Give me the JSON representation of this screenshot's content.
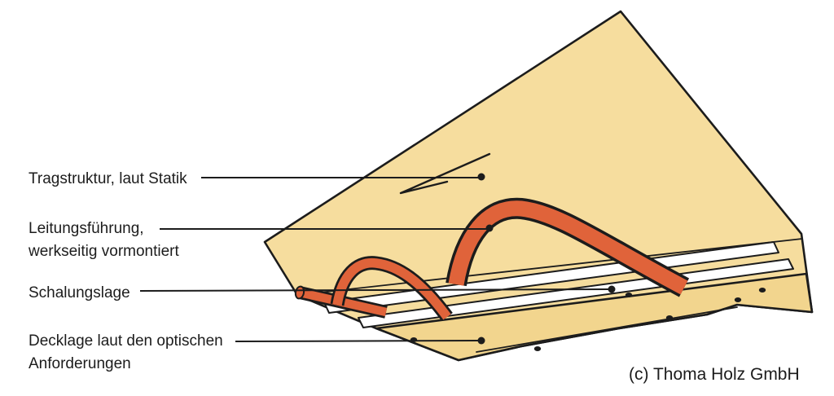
{
  "diagram": {
    "labels": [
      {
        "id": "tragstruktur",
        "lines": [
          "Tragstruktur, laut Statik"
        ]
      },
      {
        "id": "leitungsfuehrung",
        "lines": [
          "Leitungsführung,",
          "werkseitig vormontiert"
        ]
      },
      {
        "id": "schalungslage",
        "lines": [
          "Schalungslage"
        ]
      },
      {
        "id": "decklage",
        "lines": [
          "Decklage laut den optischen",
          "Anforderungen"
        ]
      }
    ],
    "copyright": "(c) Thoma Holz GmbH",
    "colors": {
      "wood": "#f6dd9e",
      "wood_shade": "#f2d astana",
      "strip": "#ffffff",
      "conduit": "#e0633a",
      "outline": "#1c1c1c"
    }
  }
}
